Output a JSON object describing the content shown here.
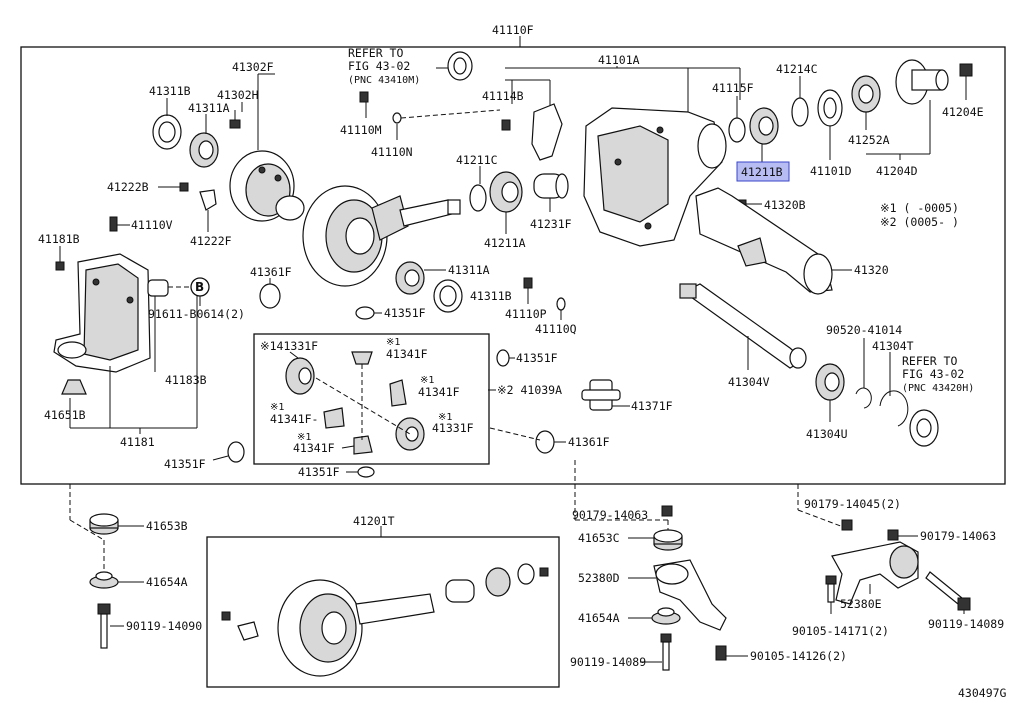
{
  "diagram": {
    "top_label": "41110F",
    "sub_label": "41201T",
    "figure_code": "430497G",
    "highlight_part": "41211B",
    "colors": {
      "highlight_fill": "#b7bdf3",
      "highlight_stroke": "#3a46c8",
      "line": "#111111"
    },
    "refer_top": {
      "l1": "REFER TO",
      "l2": "FIG 43-02",
      "l3": "(PNC 43410M)"
    },
    "refer_right": {
      "l1": "REFER TO",
      "l2": "FIG 43-02",
      "l3": "(PNC 43420H)"
    },
    "legend": {
      "l1": "※1 (     -0005)",
      "l2": "※2 (0005-     )"
    },
    "parts": {
      "p41311B_top": "41311B",
      "p41302F": "41302F",
      "p41302H": "41302H",
      "p41311A_top": "41311A",
      "p41222B": "41222B",
      "p41110V": "41110V",
      "p41222F": "41222F",
      "p41181B": "41181B",
      "p91611": "91611-B0614(2)",
      "p41183B": "41183B",
      "p41651B": "41651B",
      "p41181": "41181",
      "p41351F_a": "41351F",
      "p41351F_b": "41351F",
      "p41351F_c": "41351F",
      "p41351F_d": "41351F",
      "p41361F_a": "41361F",
      "p41361F_b": "41361F",
      "p41331F_a": "※141331F",
      "p41331F_b": "41331F",
      "p41341F_a": "41341F",
      "p41341F_b": "41341F",
      "p41341F_c": "41341F-",
      "p41341F_d": "41341F",
      "mark_x1_a": "※1",
      "mark_x1_b": "※1",
      "mark_x1_c": "※1",
      "mark_x1_d": "※1",
      "mark_x1_e": "※1",
      "p41039A": "※2 41039A",
      "p41371F": "41371F",
      "p41110M": "41110M",
      "p41110N": "41110N",
      "p41114B": "41114B",
      "p41101A": "41101A",
      "p41115F": "41115F",
      "p41214C": "41214C",
      "p41211C": "41211C",
      "p41211A": "41211A",
      "p41231F": "41231F",
      "p41211B": "41211B",
      "p41101D": "41101D",
      "p41252A": "41252A",
      "p41204D": "41204D",
      "p41204E": "41204E",
      "p41320B": "41320B",
      "p41320": "41320",
      "p41311A": "41311A",
      "p41311B": "41311B",
      "p41110P": "41110P",
      "p41110Q": "41110Q",
      "p90520": "90520-41014",
      "p41304T": "41304T",
      "p41304V": "41304V",
      "p41304U": "41304U",
      "p41653B": "41653B",
      "p41654A_l": "41654A",
      "p90119_14090": "90119-14090",
      "p90179_14063_a": "90179-14063",
      "p41653C": "41653C",
      "p52380D": "52380D",
      "p41654A_r": "41654A",
      "p90119_14089_a": "90119-14089",
      "p90105_14126": "90105-14126(2)",
      "p90179_14045": "90179-14045(2)",
      "p90179_14063_b": "90179-14063",
      "p52380E": "52380E",
      "p90105_14171": "90105-14171(2)",
      "p90119_14089_b": "90119-14089",
      "circle_b": "B"
    }
  }
}
